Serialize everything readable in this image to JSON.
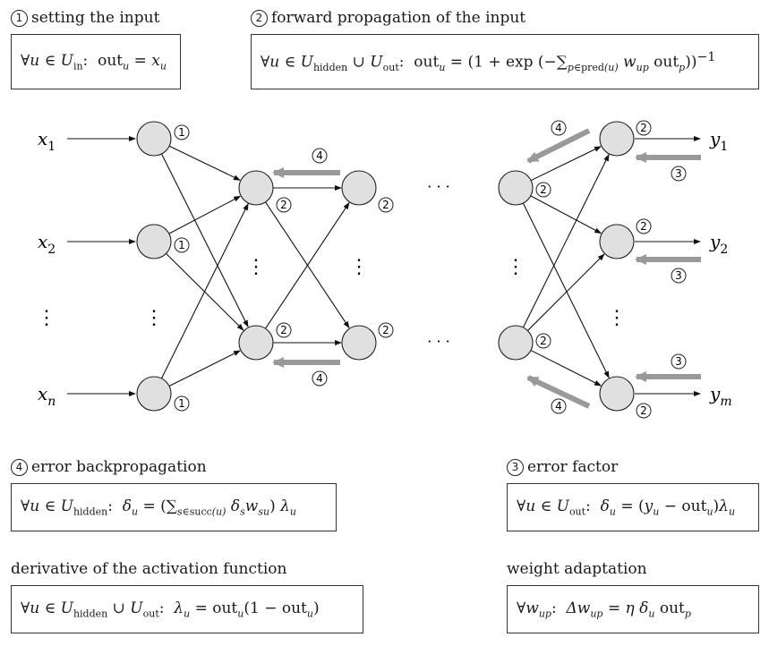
{
  "steps": {
    "s1": {
      "num": "1",
      "title": "setting the input"
    },
    "s2": {
      "num": "2",
      "title": "forward propagation of the input"
    },
    "s3": {
      "num": "3",
      "title": "error factor"
    },
    "s4": {
      "num": "4",
      "title": "error backpropagation"
    },
    "deriv": {
      "title": "derivative of the activation function"
    },
    "weight": {
      "title": "weight adaptation"
    }
  },
  "formulas": {
    "f1": "∀u ∈ U_in : out_u = x_u",
    "f2": "∀u ∈ U_hidden ∪ U_out : out_u = (1 + exp(−∑_{p∈pred(u)} w_up out_p))^−1",
    "f3": "∀u ∈ U_out : δ_u = (y_u − out_u) λ_u",
    "f4": "∀u ∈ U_hidden : δ_u = (∑_{s∈succ(u)} δ_s w_su) λ_u",
    "f5": "∀u ∈ U_hidden ∪ U_out : λ_u = out_u(1 − out_u)",
    "f6": "∀w_up : Δw_up = η δ_u out_p"
  },
  "inputs": [
    "x1",
    "x2",
    "xn"
  ],
  "outputs": [
    "y1",
    "y2",
    "ym"
  ],
  "ellipsis": "⋮",
  "hdots": "· · ·",
  "colors": {
    "node_fill": "#e0e0e0",
    "node_stroke": "#222222",
    "grey_arrow": "#999999"
  }
}
